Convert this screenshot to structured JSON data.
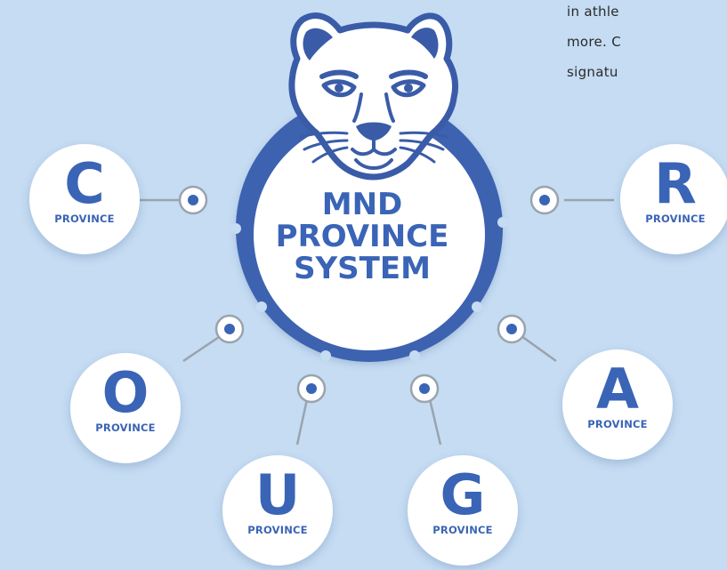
{
  "side_text": [
    "in athle",
    "more. C",
    "signatu"
  ],
  "center": {
    "line1": "MND",
    "line2": "PROVINCE",
    "line3": "SYSTEM"
  },
  "nodes": [
    {
      "letter": "C",
      "word": "PROVINCE"
    },
    {
      "letter": "R",
      "word": "PROVINCE"
    },
    {
      "letter": "O",
      "word": "PROVINCE"
    },
    {
      "letter": "A",
      "word": "PROVINCE"
    },
    {
      "letter": "U",
      "word": "PROVINCE"
    },
    {
      "letter": "G",
      "word": "PROVINCE"
    }
  ],
  "colors": {
    "background": "#c5dcf3",
    "primary_blue": "#3a64b6",
    "ring_blue": "#3c62b0",
    "connector_gray": "#9aa3ad",
    "mascot_outline": "#3a5ca8"
  },
  "icons": [
    "mountain-lion-mascot-icon"
  ]
}
